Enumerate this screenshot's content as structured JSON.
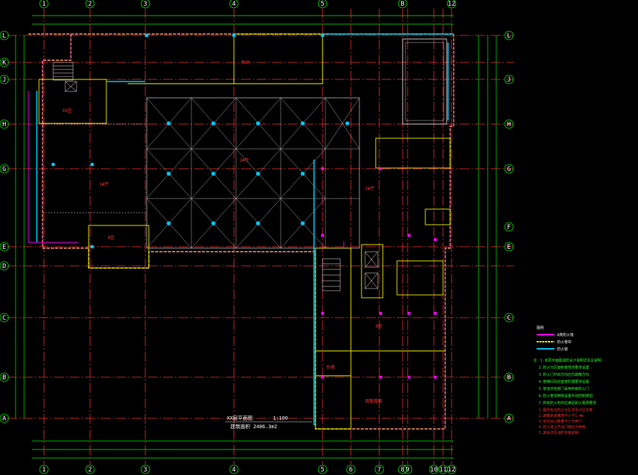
{
  "axes": {
    "top": [
      "1",
      "2",
      "3",
      "4",
      "5",
      "B",
      "12"
    ],
    "bottom": [
      "1",
      "2",
      "3",
      "4",
      "5",
      "6",
      "7",
      "8",
      "9",
      "10",
      "11",
      "12"
    ],
    "left": [
      "L",
      "K",
      "J",
      "H",
      "G",
      "E",
      "D",
      "C",
      "B",
      "A"
    ],
    "right": [
      "L",
      "J",
      "H",
      "G",
      "F",
      "E",
      "C",
      "B",
      "A"
    ]
  },
  "title": {
    "name": "XX层平面图",
    "scale": "1:100",
    "area": "建筑面积 2486.3m2"
  },
  "legend": {
    "items": [
      {
        "label": "A类防火墙",
        "color": "#ff00ff"
      },
      {
        "label": "防火卷帘",
        "color": "#ffff00"
      },
      {
        "label": "防火窗",
        "color": "#00ccff"
      }
    ]
  },
  "notes": {
    "green": [
      "注：1.本层平面图消防设计说明详见总说明",
      "2.防火分区面积按规范要求设置",
      "3.防火门开启方向应向疏散方向",
      "4.楼梯间及前室按防烟要求设置",
      "5.管道井检修门采用丙级防火门",
      "6.防火卷帘两侧设置手动控制按钮",
      "7.所有防火构件应满足耐火极限要求"
    ],
    "red": [
      "1.图中标注防火分区详见分区示意",
      "2.疏散走道宽度不小于1.4m",
      "3.安全出口数量不少于两个",
      "4.防火墙上开设门窗应为甲级",
      "5.其余详见消防专篇说明"
    ]
  },
  "room_labels": [
    "1#厅",
    "2#厅",
    "3#厅",
    "XX区",
    "A区",
    "B区",
    "仓储",
    "疏散楼梯",
    "合计"
  ],
  "colors": {
    "axis": "#ff3333",
    "wall": "#ffff00",
    "firewall": "#ff00ff",
    "glass": "#00ccff",
    "dim": "#00ff00"
  }
}
